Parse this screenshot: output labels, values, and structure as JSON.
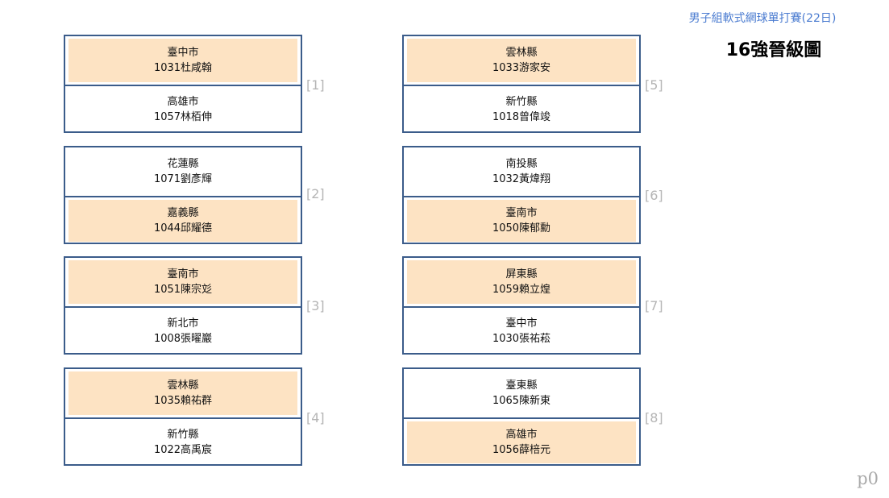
{
  "header": {
    "event_title": "男子組軟式網球單打賽(22日)",
    "bracket_title": "16強晉級圖"
  },
  "footer": {
    "page_label": "p0"
  },
  "colors": {
    "box_border": "#3b5c8a",
    "winner_fill": "#fde3c3",
    "title_blue": "#4a7bd0",
    "match_number_gray": "#b5b5b5"
  },
  "matches": [
    {
      "number": "[1]",
      "top": {
        "county": "臺中市",
        "player": "1031杜咸翰",
        "winner": true
      },
      "bottom": {
        "county": "高雄市",
        "player": "1057林栢伸",
        "winner": false
      }
    },
    {
      "number": "[2]",
      "top": {
        "county": "花蓮縣",
        "player": "1071劉彥輝",
        "winner": false
      },
      "bottom": {
        "county": "嘉義縣",
        "player": "1044邱耀德",
        "winner": true
      }
    },
    {
      "number": "[3]",
      "top": {
        "county": "臺南市",
        "player": "1051陳宗彣",
        "winner": true
      },
      "bottom": {
        "county": "新北市",
        "player": "1008張曜巖",
        "winner": false
      }
    },
    {
      "number": "[4]",
      "top": {
        "county": "雲林縣",
        "player": "1035賴祐群",
        "winner": true
      },
      "bottom": {
        "county": "新竹縣",
        "player": "1022高禹宸",
        "winner": false
      }
    },
    {
      "number": "[5]",
      "top": {
        "county": "雲林縣",
        "player": "1033游家安",
        "winner": true
      },
      "bottom": {
        "county": "新竹縣",
        "player": "1018曾偉竣",
        "winner": false
      }
    },
    {
      "number": "[6]",
      "top": {
        "county": "南投縣",
        "player": "1032黃煒翔",
        "winner": false
      },
      "bottom": {
        "county": "臺南市",
        "player": "1050陳郁勳",
        "winner": true
      }
    },
    {
      "number": "[7]",
      "top": {
        "county": "屏東縣",
        "player": "1059賴立煌",
        "winner": true
      },
      "bottom": {
        "county": "臺中市",
        "player": "1030張祐菘",
        "winner": false
      }
    },
    {
      "number": "[8]",
      "top": {
        "county": "臺東縣",
        "player": "1065陳新東",
        "winner": false
      },
      "bottom": {
        "county": "高雄市",
        "player": "1056薛棓元",
        "winner": true
      }
    }
  ]
}
